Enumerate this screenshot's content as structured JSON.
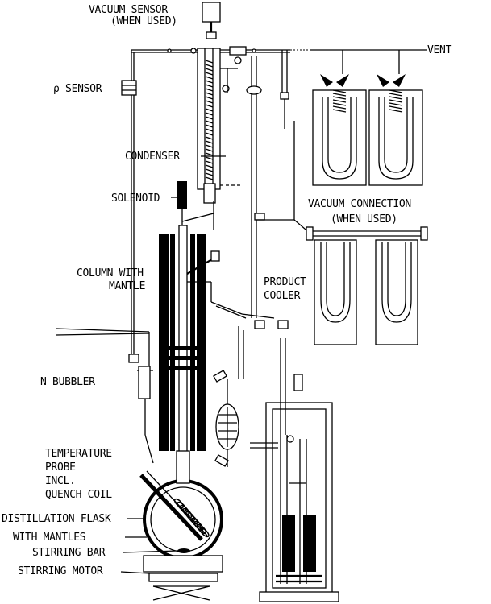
{
  "labels": {
    "vacuum_sensor": "VACUUM SENSOR",
    "vacuum_sensor_sub": "(WHEN USED)",
    "vent": "VENT",
    "p_sensor": "ρ SENSOR",
    "condenser": "CONDENSER",
    "solenoid": "SOLENOID",
    "vacuum_connection": "VACUUM CONNECTION",
    "vacuum_connection_sub": "(WHEN USED)",
    "column_with": "COLUMN WITH",
    "mantle": "MANTLE",
    "product": "PRODUCT",
    "cooler": "COOLER",
    "n_bubbler": "N  BUBBLER",
    "temperature": "TEMPERATURE",
    "probe": "PROBE",
    "incl": "INCL.",
    "quench_coil": "QUENCH COIL",
    "distillation_flask": "DISTILLATION FLASK",
    "with_mantles": "WITH MANTLES",
    "stirring_bar": "STIRRING BAR",
    "stirring_motor": "STIRRING MOTOR"
  }
}
